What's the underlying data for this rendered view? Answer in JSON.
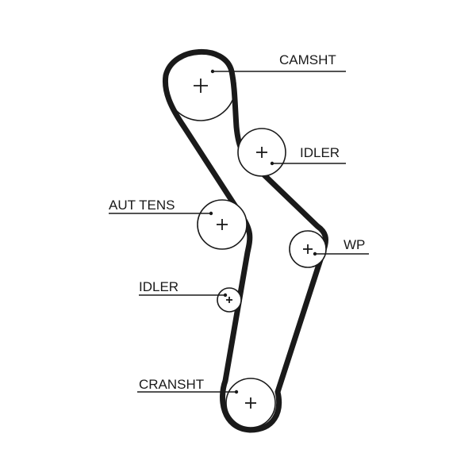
{
  "labels": {
    "camshaft": "CAMSHT",
    "idler_upper": "IDLER",
    "auto_tensioner": "AUT TENS",
    "water_pump": "WP",
    "idler_lower": "IDLER",
    "crankshaft": "CRANSHT"
  },
  "colors": {
    "line": "#1a1a1a",
    "background": "#ffffff"
  }
}
